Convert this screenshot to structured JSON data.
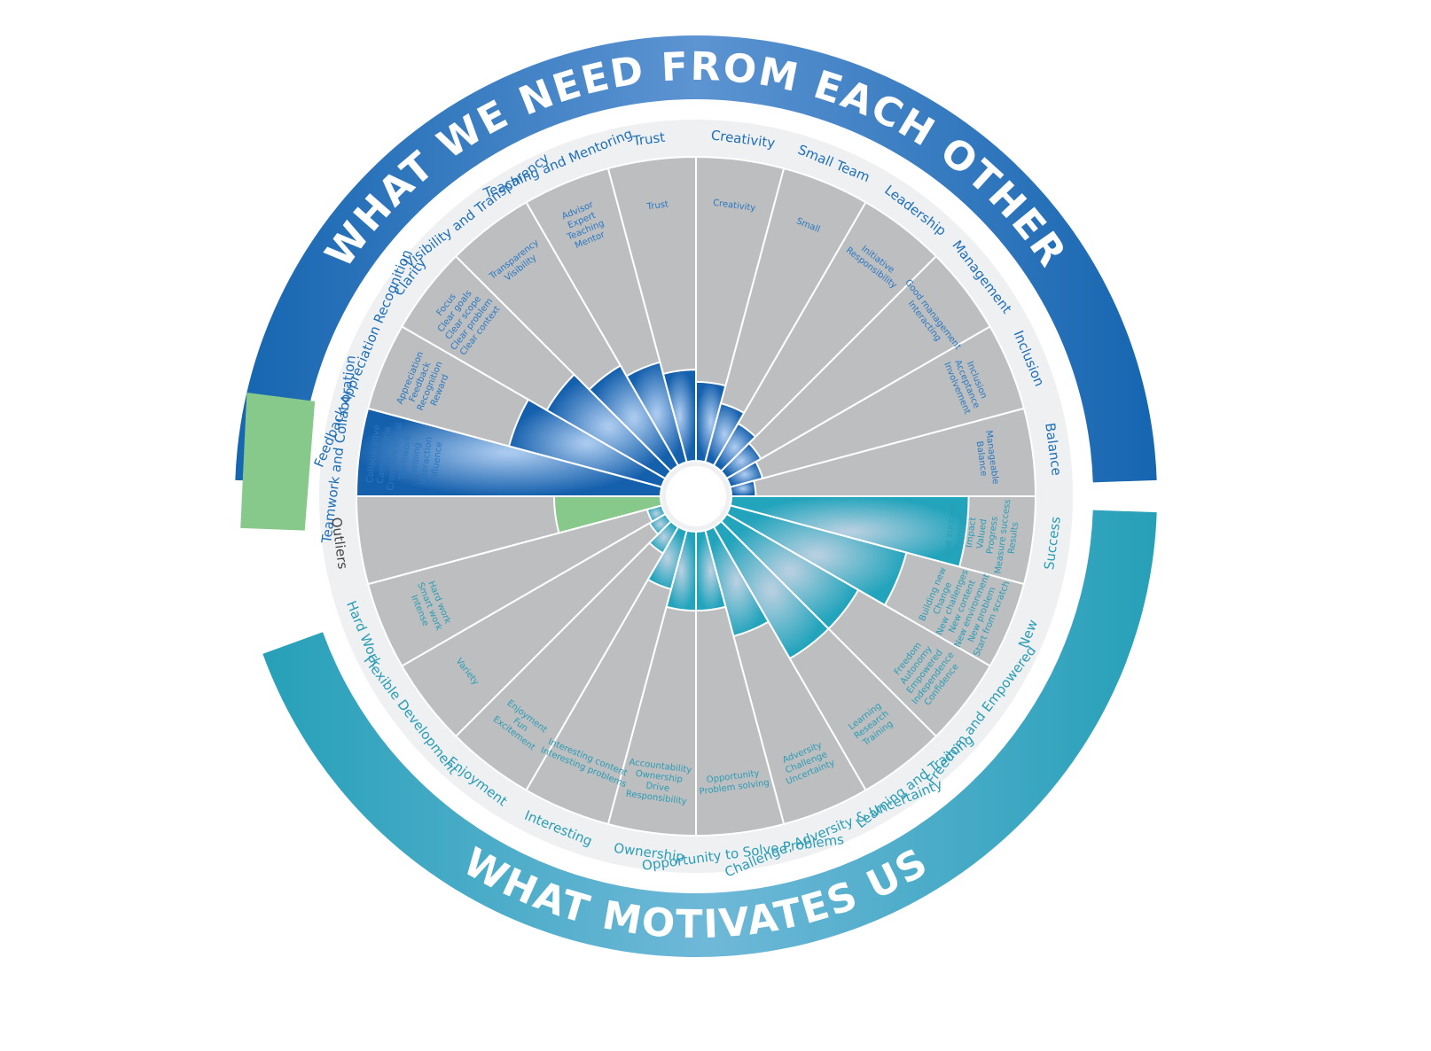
{
  "top_title": "WHAT WE NEED FROM EACH OTHER",
  "bottom_title": "WHAT MOTIVATES US",
  "colors": {
    "top_band": "#1f6fb8",
    "top_band_light": "#7fb1e0",
    "bottom_band": "#2aa3bb",
    "bottom_band_light": "#7fbfdc",
    "outliers_green": "#86c98a",
    "sector_gray": "#bcbec0",
    "ring_light": "#eef0f2",
    "top_text": "#1f6fb8",
    "bottom_text": "#2a9db5",
    "outliers_text": "#444444"
  },
  "chart_data": {
    "type": "radial-bar",
    "top_half": [
      {
        "name": "Teamwork and Collaboration",
        "keywords": [
          "Collaborative",
          "Camaraderie",
          "Crossfunctional",
          "Teamwork",
          "Helping",
          "Interaction",
          "Influence"
        ],
        "value": 1.0
      },
      {
        "name": "Feedback Appreciation Recognition",
        "keywords": [
          "Appreciation",
          "Feedback",
          "Recognition",
          "Reward"
        ],
        "value": 0.52
      },
      {
        "name": "Clarity",
        "keywords": [
          "Focus",
          "Clear goals",
          "Clear scope",
          "Clear problem",
          "Clear context"
        ],
        "value": 0.45
      },
      {
        "name": "Visibility and Transparency",
        "keywords": [
          "Transparency",
          "Visibility"
        ],
        "value": 0.38
      },
      {
        "name": "Teaching and Mentoring",
        "keywords": [
          "Advisor",
          "Expert",
          "Teaching",
          "Mentor"
        ],
        "value": 0.34
      },
      {
        "name": "Trust",
        "keywords": [
          "Trust"
        ],
        "value": 0.3
      },
      {
        "name": "Creativity",
        "keywords": [
          "Creativity"
        ],
        "value": 0.26
      },
      {
        "name": "Small Team",
        "keywords": [
          "Small"
        ],
        "value": 0.2
      },
      {
        "name": "Leadership",
        "keywords": [
          "Initiative",
          "Responsibility"
        ],
        "value": 0.16
      },
      {
        "name": "Management",
        "keywords": [
          "Good management",
          "Interacting"
        ],
        "value": 0.13
      },
      {
        "name": "Inclusion",
        "keywords": [
          "Inclusion",
          "Acceptance",
          "Involvement"
        ],
        "value": 0.11
      },
      {
        "name": "Balance",
        "keywords": [
          "Manageable",
          "Balance"
        ],
        "value": 0.08
      }
    ],
    "bottom_half": [
      {
        "name": "Success",
        "keywords": [
          "See success",
          "Finished",
          "Impact",
          "Valued",
          "Progress",
          "Measure success",
          "Results"
        ],
        "value": 0.78
      },
      {
        "name": "New",
        "keywords": [
          "Building new",
          "Change",
          "New challenges",
          "New content",
          "New environment",
          "New problem",
          "Start from scratch"
        ],
        "value": 0.6
      },
      {
        "name": "Freedom and Empowered",
        "keywords": [
          "Freedom",
          "Autonomy",
          "Empowered",
          "Independence",
          "Confidence"
        ],
        "value": 0.5
      },
      {
        "name": "Learning and Training",
        "keywords": [
          "Learning",
          "Research",
          "Training"
        ],
        "value": 0.5
      },
      {
        "name": "Challenge, Adversity & Uncertainty",
        "keywords": [
          "Adversity",
          "Challenge",
          "Uncertainty"
        ],
        "value": 0.36
      },
      {
        "name": "Opportunity to Solve Problems",
        "keywords": [
          "Opportunity",
          "Problem solving"
        ],
        "value": 0.26
      },
      {
        "name": "Ownership",
        "keywords": [
          "Accountability",
          "Ownership",
          "Drive",
          "Responsibility"
        ],
        "value": 0.26
      },
      {
        "name": "Interesting",
        "keywords": [
          "Interesting content",
          "Interesting problems"
        ],
        "value": 0.2
      },
      {
        "name": "Enjoyment",
        "keywords": [
          "Enjoyment",
          "Fun",
          "Excitement"
        ],
        "value": 0.1
      },
      {
        "name": "Flexible Development",
        "keywords": [
          "Variety"
        ],
        "value": 0.06
      },
      {
        "name": "Hard Work",
        "keywords": [
          "Hard work",
          "Smart work",
          "Intense"
        ],
        "value": 0.05
      },
      {
        "name": "Outliers",
        "keywords": [],
        "value": 0.35
      }
    ]
  }
}
